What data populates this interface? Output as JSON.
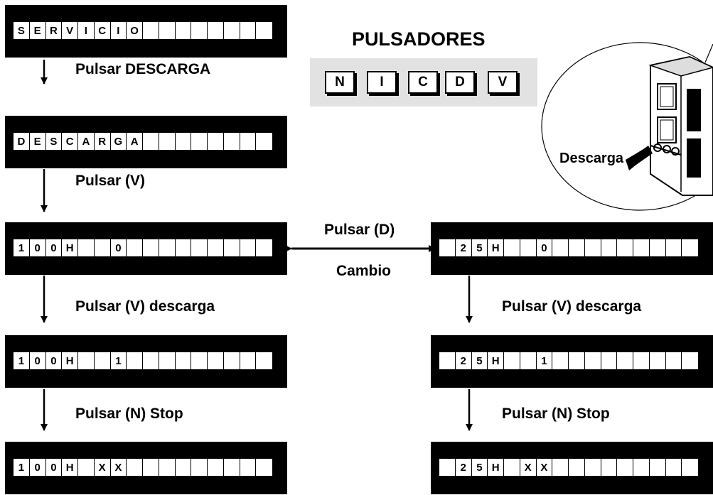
{
  "buttons_title": "PULSADORES",
  "buttons": [
    "N",
    "I",
    "C",
    "D",
    "V"
  ],
  "inset_label": "Descarga",
  "left_column": {
    "displays": [
      [
        "S",
        "E",
        "R",
        "V",
        "I",
        "C",
        "I",
        "O",
        "",
        "",
        "",
        "",
        "",
        "",
        "",
        ""
      ],
      [
        "D",
        "E",
        "S",
        "C",
        "A",
        "R",
        "G",
        "A",
        "",
        "",
        "",
        "",
        "",
        "",
        "",
        ""
      ],
      [
        "1",
        "0",
        "0",
        "H",
        "",
        "",
        "0",
        "",
        "",
        "",
        "",
        "",
        "",
        "",
        "",
        ""
      ],
      [
        "1",
        "0",
        "0",
        "H",
        "",
        "",
        "1",
        "",
        "",
        "",
        "",
        "",
        "",
        "",
        "",
        ""
      ],
      [
        "1",
        "0",
        "0",
        "H",
        "",
        "X",
        "X",
        "",
        "",
        "",
        "",
        "",
        "",
        "",
        "",
        ""
      ]
    ],
    "steps": [
      "Pulsar DESCARGA",
      "Pulsar (V)",
      "Pulsar (V) descarga",
      "Pulsar (N) Stop"
    ]
  },
  "right_column": {
    "displays": [
      [
        "",
        "2",
        "5",
        "H",
        "",
        "",
        "0",
        "",
        "",
        "",
        "",
        "",
        "",
        "",
        "",
        ""
      ],
      [
        "",
        "2",
        "5",
        "H",
        "",
        "",
        "1",
        "",
        "",
        "",
        "",
        "",
        "",
        "",
        "",
        ""
      ],
      [
        "",
        "2",
        "5",
        "H",
        "",
        "X",
        "X",
        "",
        "",
        "",
        "",
        "",
        "",
        "",
        "",
        ""
      ]
    ],
    "steps": [
      "Pulsar (V) descarga",
      "Pulsar (N) Stop"
    ]
  },
  "toggle": {
    "action": "Pulsar (D)",
    "result": "Cambio"
  }
}
